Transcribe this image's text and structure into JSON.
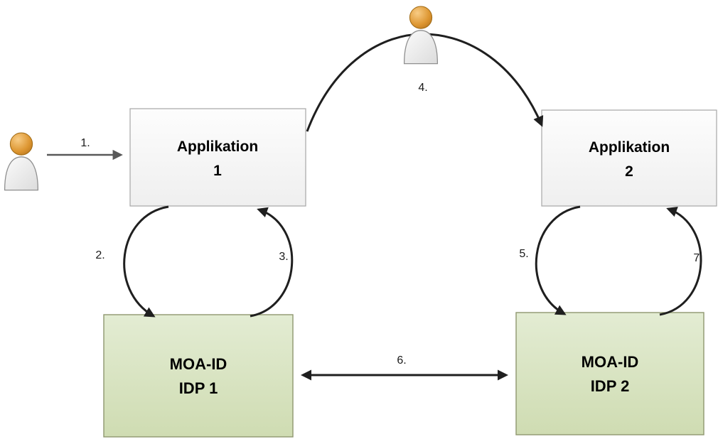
{
  "nodes": {
    "app1": {
      "line1": "Applikation",
      "line2": "1"
    },
    "app2": {
      "line1": "Applikation",
      "line2": "2"
    },
    "idp1": {
      "line1": "MOA-ID",
      "line2": "IDP 1"
    },
    "idp2": {
      "line1": "MOA-ID",
      "line2": "IDP 2"
    }
  },
  "steps": {
    "s1": "1.",
    "s2": "2.",
    "s3": "3.",
    "s4": "4.",
    "s5": "5.",
    "s6": "6.",
    "s7": "7."
  },
  "icons": {
    "user_left": "user-icon",
    "user_top": "user-icon"
  },
  "colors": {
    "app_fill_top": "#fdfdfd",
    "app_fill_bottom": "#efefef",
    "app_border": "#a6a6a6",
    "idp_fill_top": "#e3ecd3",
    "idp_fill_bottom": "#cfdcb2",
    "idp_border": "#8e976f",
    "arrow_black": "#1f1f1f",
    "arrow_gray": "#595959",
    "user_head": "#dd9631",
    "background": "#ffffff"
  }
}
